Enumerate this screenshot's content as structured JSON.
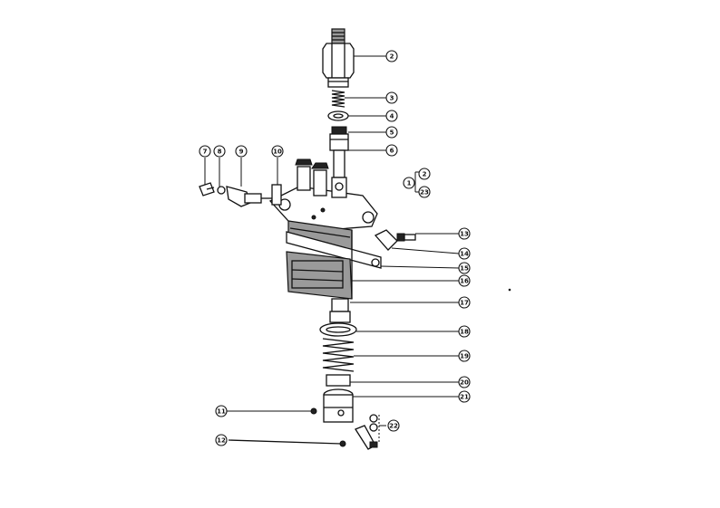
{
  "callouts": [
    {
      "label": "2",
      "ref": "part-2"
    },
    {
      "label": "3",
      "ref": "part-3"
    },
    {
      "label": "4",
      "ref": "part-4"
    },
    {
      "label": "5",
      "ref": "part-5"
    },
    {
      "label": "6",
      "ref": "part-6"
    },
    {
      "label": "7",
      "ref": "part-7"
    },
    {
      "label": "8",
      "ref": "part-8"
    },
    {
      "label": "9",
      "ref": "part-9"
    },
    {
      "label": "10",
      "ref": "part-10"
    },
    {
      "label": "1",
      "ref": "assembly-1"
    },
    {
      "label": "2",
      "ref": "assembly-2"
    },
    {
      "label": "23",
      "ref": "assembly-23"
    },
    {
      "label": "13",
      "ref": "part-13"
    },
    {
      "label": "14",
      "ref": "part-14"
    },
    {
      "label": "15",
      "ref": "part-15"
    },
    {
      "label": "16",
      "ref": "part-16"
    },
    {
      "label": "17",
      "ref": "part-17"
    },
    {
      "label": "18",
      "ref": "part-18"
    },
    {
      "label": "19",
      "ref": "part-19"
    },
    {
      "label": "20",
      "ref": "part-20"
    },
    {
      "label": "21",
      "ref": "part-21"
    },
    {
      "label": "11",
      "ref": "part-11"
    },
    {
      "label": "22",
      "ref": "part-22"
    },
    {
      "label": "12",
      "ref": "part-12"
    }
  ],
  "colors": {
    "ink": "#111111",
    "paper": "#ffffff",
    "shade": "#9a9a9a"
  }
}
